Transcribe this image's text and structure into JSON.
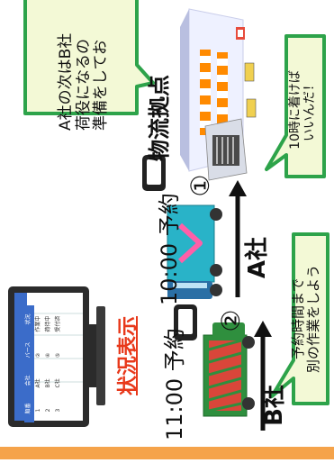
{
  "depot_label": "物流拠点",
  "status_display_label": "状況表示",
  "company_a": "A社",
  "company_b": "B社",
  "reservation_a": "10:00 予約",
  "reservation_b": "11:00 予約",
  "order_a": "①",
  "order_b": "②",
  "bubble_top_lines": [
    "A社の次はB社",
    "荷役になるの",
    "準備をしてお"
  ],
  "bubble_mid_lines": [
    "10時に着けば",
    "いいんだ！"
  ],
  "bubble_bottom_lines": [
    "予約時間まで",
    "別の作業をしよう"
  ],
  "monitor_table": [
    [
      "順番",
      "会社",
      "バース",
      "状況"
    ],
    [
      "1",
      "A社",
      "②",
      "作業中"
    ],
    [
      "2",
      "B社",
      "④",
      "荷待中"
    ],
    [
      "3",
      "C社",
      "⑤",
      "受付済"
    ]
  ],
  "colors": {
    "accent_red": "#e8381a",
    "bubble_green": "#2da34a",
    "bubble_fill": "#f3f9d6",
    "truck_a": "#29b3c8",
    "truck_b": "#2f8f3e",
    "footer_bar": "#f5a34a"
  }
}
